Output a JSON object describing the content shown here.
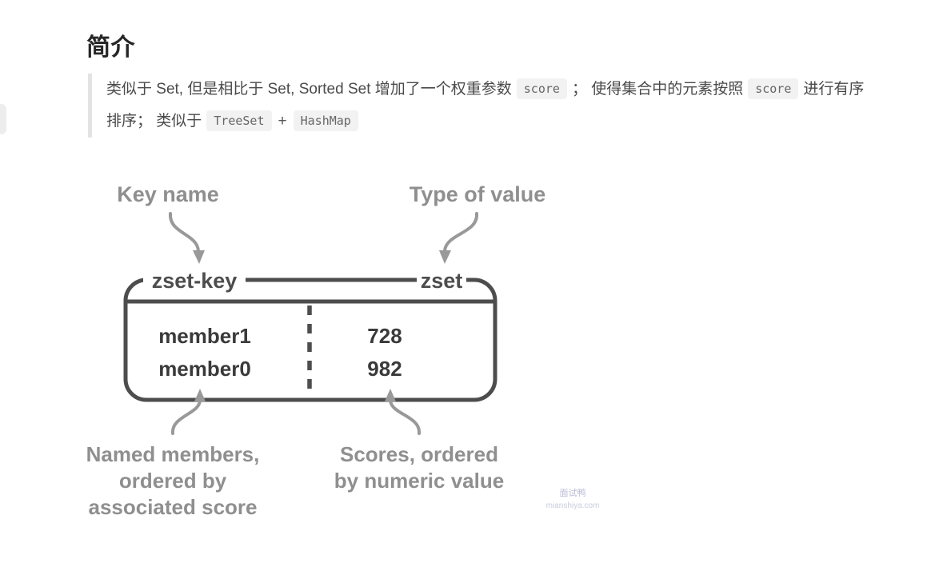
{
  "heading": "简介",
  "intro": {
    "line1": {
      "t1": "类似于 Set, 但是相比于 Set, Sorted Set 增加了一个权重参数",
      "code1": "score",
      "t2": "；  使得集合中的元素按照",
      "code2": "score",
      "t3": "进行有序"
    },
    "line2": {
      "t1": "排序；  类似于",
      "code1": "TreeSet",
      "plus": "+",
      "code2": "HashMap"
    }
  },
  "diagram": {
    "key_name_label": "Key name",
    "type_of_value_label": "Type of value",
    "key_name": "zset-key",
    "value_type": "zset",
    "rows": [
      {
        "member": "member1",
        "score": "728"
      },
      {
        "member": "member0",
        "score": "982"
      }
    ],
    "members_caption": [
      "Named members,",
      "ordered by",
      "associated score"
    ],
    "scores_caption": [
      "Scores, ordered",
      "by numeric value"
    ]
  },
  "watermark": {
    "brand": "面试鸭",
    "site": "mianshiya.com"
  },
  "colors": {
    "diagram_stroke": "#4d4d4d",
    "diagram_text": "#3a3a3a",
    "annotation_gray": "#8f8f8f",
    "arrow_gray": "#999999",
    "code_bg": "#f2f2f2",
    "quote_border": "#e3e3e3"
  }
}
